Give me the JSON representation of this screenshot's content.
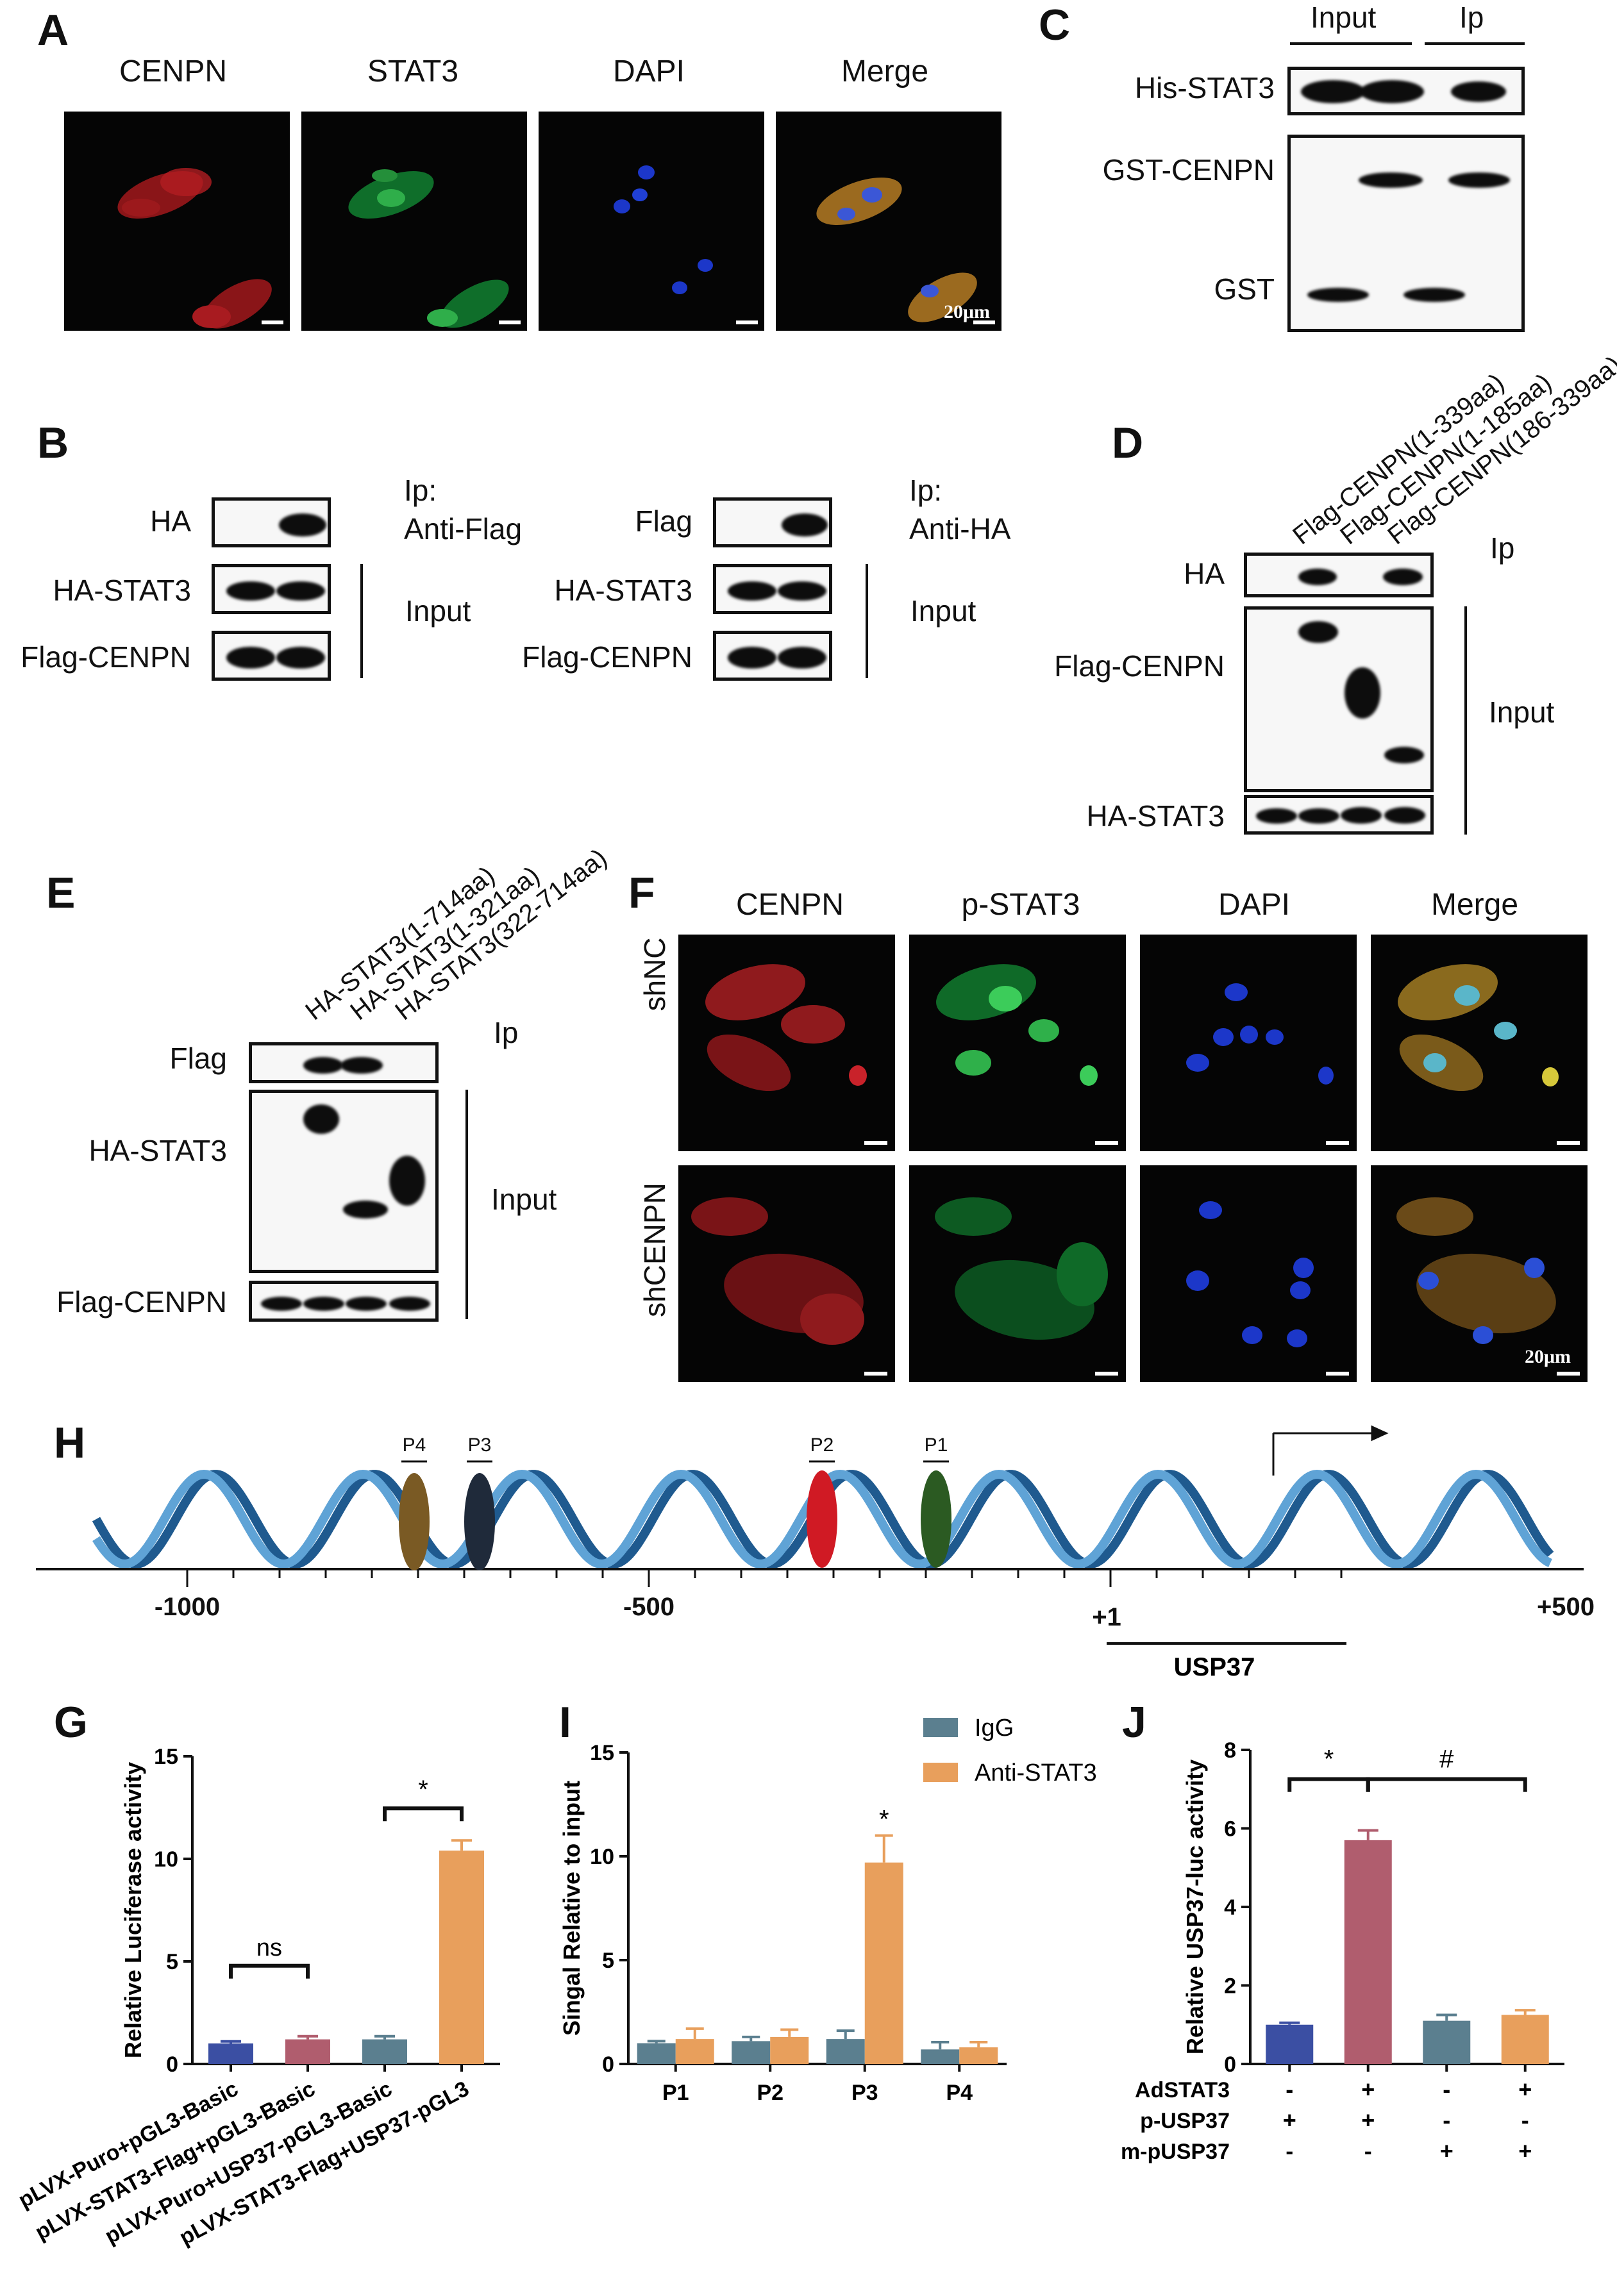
{
  "panels": {
    "A": {
      "letter": "A",
      "channels": [
        "CENPN",
        "STAT3",
        "DAPI",
        "Merge"
      ],
      "scale": "20μm"
    },
    "B": {
      "letter": "B",
      "left": {
        "rows": [
          "HA",
          "HA-STAT3",
          "Flag-CENPN"
        ],
        "ip": "Ip:",
        "ip_antibody": "Anti-Flag",
        "input": "Input"
      },
      "right": {
        "rows": [
          "Flag",
          "HA-STAT3",
          "Flag-CENPN"
        ],
        "ip": "Ip:",
        "ip_antibody": "Anti-HA",
        "input": "Input"
      }
    },
    "C": {
      "letter": "C",
      "cols": [
        "Input",
        "Ip"
      ],
      "rows": [
        "His-STAT3",
        "GST-CENPN",
        "GST"
      ]
    },
    "D": {
      "letter": "D",
      "lanes": [
        "Flag-CENPN(1-339aa)",
        "Flag-CENPN(1-185aa)",
        "Flag-CENPN(186-339aa)"
      ],
      "rows": [
        "HA",
        "Flag-CENPN",
        "HA-STAT3"
      ],
      "ip": "Ip",
      "input": "Input"
    },
    "E": {
      "letter": "E",
      "lanes": [
        "HA-STAT3(1-714aa)",
        "HA-STAT3(1-321aa)",
        "HA-STAT3(322-714aa)"
      ],
      "rows": [
        "Flag",
        "HA-STAT3",
        "Flag-CENPN"
      ],
      "ip": "Ip",
      "input": "Input"
    },
    "F": {
      "letter": "F",
      "channels": [
        "CENPN",
        "p-STAT3",
        "DAPI",
        "Merge"
      ],
      "rows": [
        "shNC",
        "shCENPN"
      ],
      "scale": "20μm"
    },
    "H": {
      "letter": "H",
      "sites": [
        "P4",
        "P3",
        "P2",
        "P1"
      ],
      "ticks": [
        "-1000",
        "-500",
        "+1",
        "+500"
      ],
      "gene": "USP37"
    },
    "G": {
      "letter": "G"
    },
    "I": {
      "letter": "I"
    },
    "J": {
      "letter": "J"
    }
  },
  "chart_data": [
    {
      "type": "bar",
      "panel": "G",
      "ylabel": "Relative Luciferase activity",
      "ylim": [
        0,
        15
      ],
      "yticks": [
        0,
        5,
        10,
        15
      ],
      "categories": [
        "pLVX-Puro+pGL3-Basic",
        "pLVX-STAT3-Flag+pGL3-Basic",
        "pLVX-Puro+USP37-pGL3-Basic",
        "pLVX-STAT3-Flag+USP37-pGL3"
      ],
      "values": [
        1.0,
        1.2,
        1.2,
        10.4
      ],
      "errors": [
        0.1,
        0.15,
        0.15,
        0.5
      ],
      "colors": [
        "#3b4fa3",
        "#b05d6e",
        "#5b7f8f",
        "#e89f5c"
      ],
      "annotations": [
        {
          "text": "ns",
          "from": 0,
          "to": 1
        },
        {
          "text": "*",
          "from": 2,
          "to": 3
        }
      ]
    },
    {
      "type": "bar",
      "panel": "I",
      "ylabel": "Singal Relative to input",
      "ylim": [
        0,
        15
      ],
      "yticks": [
        0,
        5,
        10,
        15
      ],
      "categories": [
        "P1",
        "P2",
        "P3",
        "P4"
      ],
      "series": [
        {
          "name": "IgG",
          "color": "#5b7f8f",
          "values": [
            1.0,
            1.1,
            1.2,
            0.7
          ],
          "errors": [
            0.1,
            0.2,
            0.4,
            0.35
          ]
        },
        {
          "name": "Anti-STAT3",
          "color": "#e89f5c",
          "values": [
            1.2,
            1.3,
            9.7,
            0.8
          ],
          "errors": [
            0.5,
            0.35,
            1.3,
            0.25
          ]
        }
      ],
      "annotations": [
        {
          "text": "*",
          "category": 2,
          "series": 1
        }
      ]
    },
    {
      "type": "bar",
      "panel": "J",
      "ylabel": "Relative USP37-luc activity",
      "ylim": [
        0,
        8
      ],
      "yticks": [
        0,
        2,
        4,
        6,
        8
      ],
      "values": [
        1.0,
        5.7,
        1.1,
        1.25
      ],
      "errors": [
        0.05,
        0.25,
        0.15,
        0.12
      ],
      "colors": [
        "#3b4fa3",
        "#b05d6e",
        "#5b7f8f",
        "#e89f5c"
      ],
      "conditions": [
        {
          "name": "AdSTAT3",
          "values": [
            "-",
            "+",
            "-",
            "+"
          ]
        },
        {
          "name": "p-USP37",
          "values": [
            "+",
            "+",
            "-",
            "-"
          ]
        },
        {
          "name": "m-pUSP37",
          "values": [
            "-",
            "-",
            "+",
            "+"
          ]
        }
      ],
      "annotations": [
        {
          "text": "*",
          "from": 0,
          "to": 1
        },
        {
          "text": "#",
          "from": 1,
          "to": 3
        }
      ]
    }
  ]
}
